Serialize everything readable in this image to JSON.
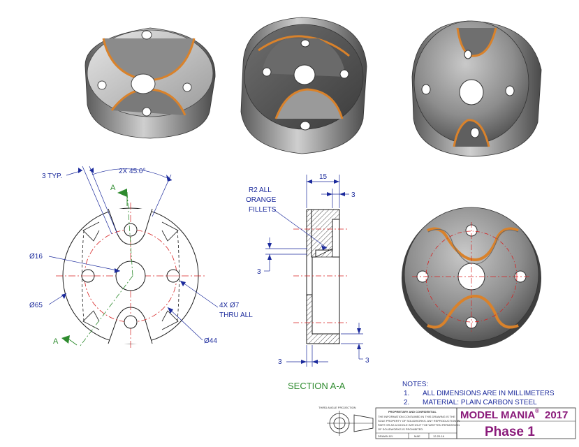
{
  "front_view": {
    "leader_3typ": "3 TYP.",
    "angle_dim": "2X 45.0°",
    "section_label_top": "A",
    "section_label_bottom": "A",
    "dia_16": "Ø16",
    "dia_65": "Ø65",
    "holes_line1": "4X Ø7",
    "holes_line2": "THRU ALL",
    "dia_44": "Ø44"
  },
  "section_view": {
    "fillet_line1": "R2 ALL",
    "fillet_line2": "ORANGE",
    "fillet_line3": "FILLETS",
    "dim_15": "15",
    "dim_3_top_right": "3",
    "dim_3_left": "3",
    "dim_3_bottom_left": "3",
    "dim_3_bottom_right": "3",
    "title": "SECTION A-A"
  },
  "notes": {
    "heading": "NOTES:",
    "items": [
      {
        "num": "1.",
        "text": "ALL DIMENSIONS ARE IN MILLIMETERS"
      },
      {
        "num": "2.",
        "text": "MATERIAL: PLAIN CARBON STEEL"
      }
    ]
  },
  "title_block": {
    "projection": "THIRD ANGLE PROJECTION",
    "proprietary_heading": "PROPRIETARY AND CONFIDENTIAL",
    "proprietary_text": [
      "THE INFORMATION CONTAINED IN THIS DRAWING IS THE",
      "SOLE PROPERTY OF SOLIDWORKS. ANY REPRODUCTION IN",
      "PART OR AS A WHOLE WITHOUT THE WRITTEN PERMISSION",
      "OF SOLIDWORKS IS PROHIBITED."
    ],
    "drawn_by_label": "DRAWN BY:",
    "drawn_by": "MAE",
    "date": "12-20-16",
    "title_main": "MODEL MANIA",
    "title_reg": "®",
    "title_year": "2017",
    "phase": "Phase 1"
  },
  "colors": {
    "line_black": "#1a1a1a",
    "dim_blue": "#1b2a9c",
    "center_red": "#d62020",
    "section_green": "#2e8b2e",
    "title_purple": "#8a1a7a",
    "fillet_orange": "#d9822b"
  }
}
